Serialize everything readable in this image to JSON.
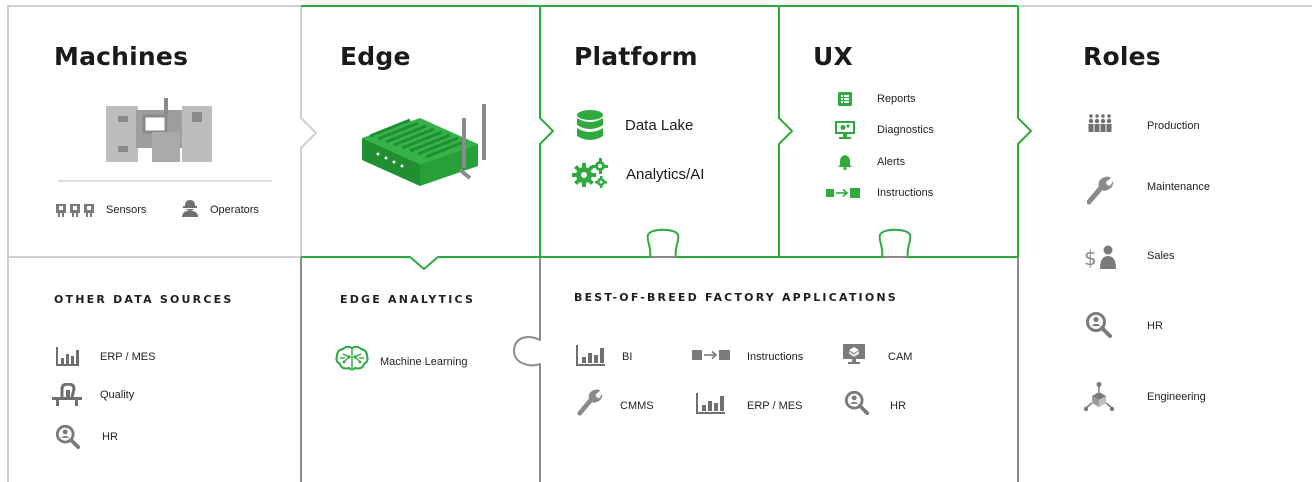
{
  "colors": {
    "accent": "#2eaa3f",
    "frame": "#8c8c8c",
    "frame_light": "#cfcfcf",
    "icon_gray": "#6f6f6f"
  },
  "columns": {
    "machines": {
      "title": "Machines",
      "items": [
        {
          "label": "Sensors",
          "icon": "sensors-icon"
        },
        {
          "label": "Operators",
          "icon": "operator-icon"
        }
      ]
    },
    "edge": {
      "title": "Edge",
      "icon": "edge-gateway-icon"
    },
    "platform": {
      "title": "Platform",
      "items": [
        {
          "label": "Data Lake",
          "icon": "database-icon"
        },
        {
          "label": "Analytics/AI",
          "icon": "gears-icon"
        }
      ]
    },
    "ux": {
      "title": "UX",
      "items": [
        {
          "label": "Reports",
          "icon": "report-icon"
        },
        {
          "label": "Diagnostics",
          "icon": "diagnostics-icon"
        },
        {
          "label": "Alerts",
          "icon": "bell-icon"
        },
        {
          "label": "Instructions",
          "icon": "instructions-icon"
        }
      ]
    },
    "roles": {
      "title": "Roles",
      "items": [
        {
          "label": "Production",
          "icon": "people-icon"
        },
        {
          "label": "Maintenance",
          "icon": "wrench-icon"
        },
        {
          "label": "Sales",
          "icon": "sales-icon"
        },
        {
          "label": "HR",
          "icon": "hr-icon"
        },
        {
          "label": "Engineering",
          "icon": "engineering-icon"
        }
      ]
    }
  },
  "bottom": {
    "other_sources": {
      "heading": "OTHER DATA SOURCES",
      "items": [
        {
          "label": "ERP / MES",
          "icon": "bar-chart-icon"
        },
        {
          "label": "Quality",
          "icon": "quality-icon"
        },
        {
          "label": "HR",
          "icon": "hr-icon"
        }
      ]
    },
    "edge_analytics": {
      "heading": "EDGE ANALYTICS",
      "items": [
        {
          "label": "Machine Learning",
          "icon": "brain-icon"
        }
      ]
    },
    "factory_apps": {
      "heading": "BEST-OF-BREED FACTORY APPLICATIONS",
      "items": [
        {
          "label": "BI",
          "icon": "bar-chart-icon"
        },
        {
          "label": "Instructions",
          "icon": "instructions-icon"
        },
        {
          "label": "CAM",
          "icon": "cam-icon"
        },
        {
          "label": "CMMS",
          "icon": "wrench-icon"
        },
        {
          "label": "ERP / MES",
          "icon": "bar-chart-icon"
        },
        {
          "label": "HR",
          "icon": "hr-icon"
        }
      ]
    }
  }
}
